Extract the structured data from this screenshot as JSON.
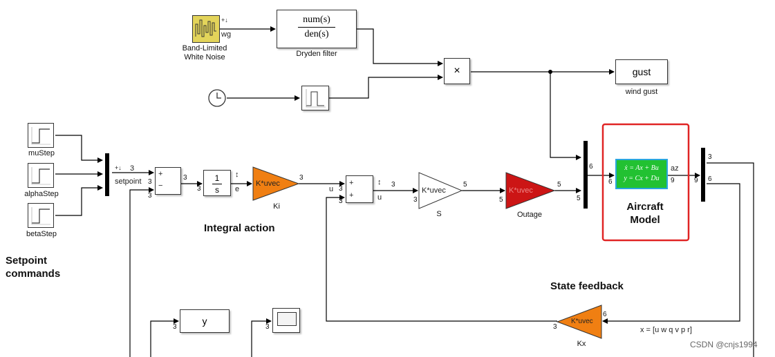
{
  "blocks": {
    "noise": {
      "label_line1": "Band-Limited",
      "label_line2": "White Noise",
      "port_out": "wg"
    },
    "dryden": {
      "num": "num(s)",
      "den": "den(s)",
      "label": "Dryden filter"
    },
    "product": {
      "symbol": "×"
    },
    "gust": {
      "text": "gust",
      "label": "wind gust"
    },
    "steps": [
      {
        "label": "muStep"
      },
      {
        "label": "alphaStep"
      },
      {
        "label": "betaStep"
      }
    ],
    "setpoint_bus": {
      "label": "setpoint",
      "width": "3"
    },
    "sum1": {
      "plus": "+",
      "minus": "−"
    },
    "integrator": {
      "num": "1",
      "den": "s",
      "port": "e"
    },
    "ki": {
      "text": "K*uvec",
      "label": "Ki"
    },
    "sum2": {
      "plus1": "+",
      "plus2": "+",
      "port_in": "u",
      "port_out": "u"
    },
    "s_gain": {
      "text": "K*uvec",
      "label": "S"
    },
    "outage": {
      "text": "K*uvec",
      "label": "Outage"
    },
    "aircraft": {
      "eq1": "ẋ = Ax + Bu",
      "eq2": "y = Cx + Du",
      "out_az": "az",
      "title_line1": "Aircraft",
      "title_line2": "Model"
    },
    "kx": {
      "text": "K*uvec",
      "label": "Kx"
    },
    "y_block": {
      "text": "y"
    },
    "state_label": "x = [u w q v p r]"
  },
  "headings": {
    "setpoint_line1": "Setpoint",
    "setpoint_line2": "commands",
    "integral": "Integral action",
    "state_feedback": "State feedback"
  },
  "port_numbers": [
    "3",
    "6",
    "5",
    "9"
  ],
  "watermark": "CSDN @cnjs1994",
  "colors": {
    "ki_fill": "#f07f12",
    "outage_fill": "#cc1515",
    "aircraft_fill": "#22c132",
    "aircraft_border": "#2aa6df",
    "highlight": "#e02424",
    "noise_fill": "#e3d45a"
  }
}
